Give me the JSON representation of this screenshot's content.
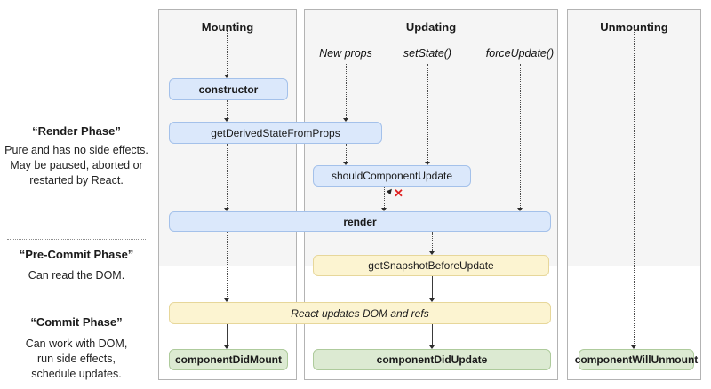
{
  "left_panel": {
    "phases": [
      {
        "title": "“Render Phase”",
        "lines": [
          "Pure and has no side effects.",
          "May be paused, aborted or",
          "restarted by React."
        ]
      },
      {
        "title": "“Pre-Commit Phase”",
        "lines": [
          "Can read the DOM."
        ]
      },
      {
        "title": "“Commit Phase”",
        "lines": [
          "Can work with DOM,",
          "run side effects,",
          "schedule updates."
        ]
      }
    ]
  },
  "columns": [
    {
      "title": "Mounting"
    },
    {
      "title": "Updating"
    },
    {
      "title": "Unmounting"
    }
  ],
  "triggers": {
    "new_props": "New props",
    "set_state": "setState()",
    "force_update": "forceUpdate()"
  },
  "methods": {
    "constructor": "constructor",
    "get_derived_state_from_props": "getDerivedStateFromProps",
    "should_component_update": "shouldComponentUpdate",
    "render": "render",
    "get_snapshot_before_update": "getSnapshotBeforeUpdate",
    "react_updates_dom": "React updates DOM and refs",
    "component_did_mount": "componentDidMount",
    "component_did_update": "componentDidUpdate",
    "component_will_unmount": "componentWillUnmount"
  },
  "symbols": {
    "abort_x": "✕"
  },
  "colors": {
    "method_blue": "#dbe8fb",
    "method_yellow": "#fcf4d1",
    "method_green": "#dcead2",
    "abort_red": "#df1f1f",
    "column_bg_top": "#f5f5f5",
    "column_bg_bottom": "#ffffff",
    "column_border": "#b3b3b3"
  }
}
